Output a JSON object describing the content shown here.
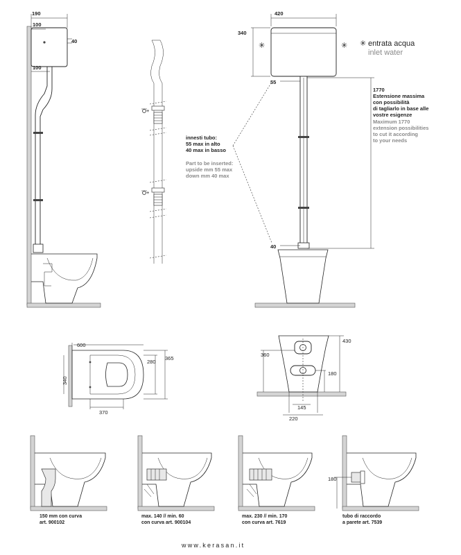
{
  "top_left": {
    "d190": "190",
    "d100a": "100",
    "d40": "40",
    "d100b": "100"
  },
  "middle": {
    "innesti_title": "innesti tubo:",
    "innesti_l1": "55 max in alto",
    "innesti_l2": "40 max in basso",
    "part_title": "Part to be inserted:",
    "part_l1": "upside mm 55 max",
    "part_l2": "down mm 40 max"
  },
  "top_right": {
    "d420": "420",
    "d340": "340",
    "d55": "55",
    "d40": "40",
    "inlet_it": "entrata acqua",
    "inlet_en": "inlet water",
    "ext_num": "1770",
    "ext_it1": "Estensione massima",
    "ext_it2": "con possibilità",
    "ext_it3": "di tagliarlo in base alle",
    "ext_it4": "vostre esigenze",
    "ext_en1": "Maximum 1770",
    "ext_en2": "extension possibilities",
    "ext_en3": "to cut it according",
    "ext_en4": "to your needs"
  },
  "plan": {
    "d600": "600",
    "d280": "280",
    "d365": "365",
    "d340": "340",
    "d370": "370"
  },
  "front": {
    "d430": "430",
    "d360": "360",
    "d180": "180",
    "d145": "145",
    "d220": "220"
  },
  "variants": [
    {
      "l1": "150 mm con curva",
      "l2": "art. 900102"
    },
    {
      "l1": "max. 140 // min. 60",
      "l2": "con curva art. 900104"
    },
    {
      "l1": "max. 230 // min. 170",
      "l2": "con curva art. 7619"
    },
    {
      "l1": "tubo di raccordo",
      "l2": "a parete art. 7539"
    }
  ],
  "variant4_dim": "180",
  "footer": "www.kerasan.it"
}
